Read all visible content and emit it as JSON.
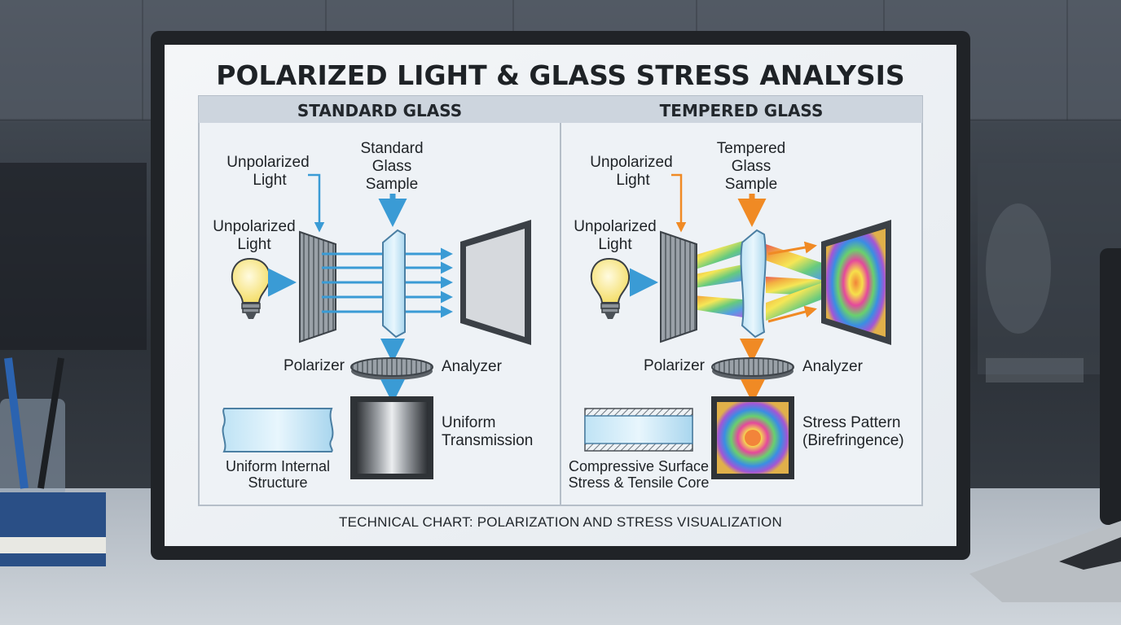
{
  "chart": {
    "title": "POLARIZED LIGHT & GLASS STRESS ANALYSIS",
    "footer": "TECHNICAL CHART: POLARIZATION AND STRESS VISUALIZATION"
  },
  "standard": {
    "header": "STANDARD GLASS",
    "light_top": [
      "Unpolarized",
      "Light"
    ],
    "light_left": [
      "Unpolarized",
      "Light"
    ],
    "sample": [
      "Standard",
      "Glass",
      "Sample"
    ],
    "polarizer": "Polarizer",
    "analyzer": "Analyzer",
    "structure": [
      "Uniform Internal",
      "Structure"
    ],
    "result": [
      "Uniform",
      "Transmission"
    ]
  },
  "tempered": {
    "header": "TEMPERED GLASS",
    "light_top": [
      "Unpolarized",
      "Light"
    ],
    "light_left": [
      "Unpolarized",
      "Light"
    ],
    "sample": [
      "Tempered",
      "Glass",
      "Sample"
    ],
    "polarizer": "Polarizer",
    "analyzer": "Analyzer",
    "structure": [
      "Compressive Surface",
      "Stress & Tensile Core"
    ],
    "result": [
      "Stress Pattern",
      "(Birefringence)"
    ]
  },
  "colors": {
    "standard_arrow": "#3a9bd5",
    "tempered_arrow": "#f08a24",
    "board_bg": "#eef1f4",
    "header_band": "#cfd6de"
  }
}
